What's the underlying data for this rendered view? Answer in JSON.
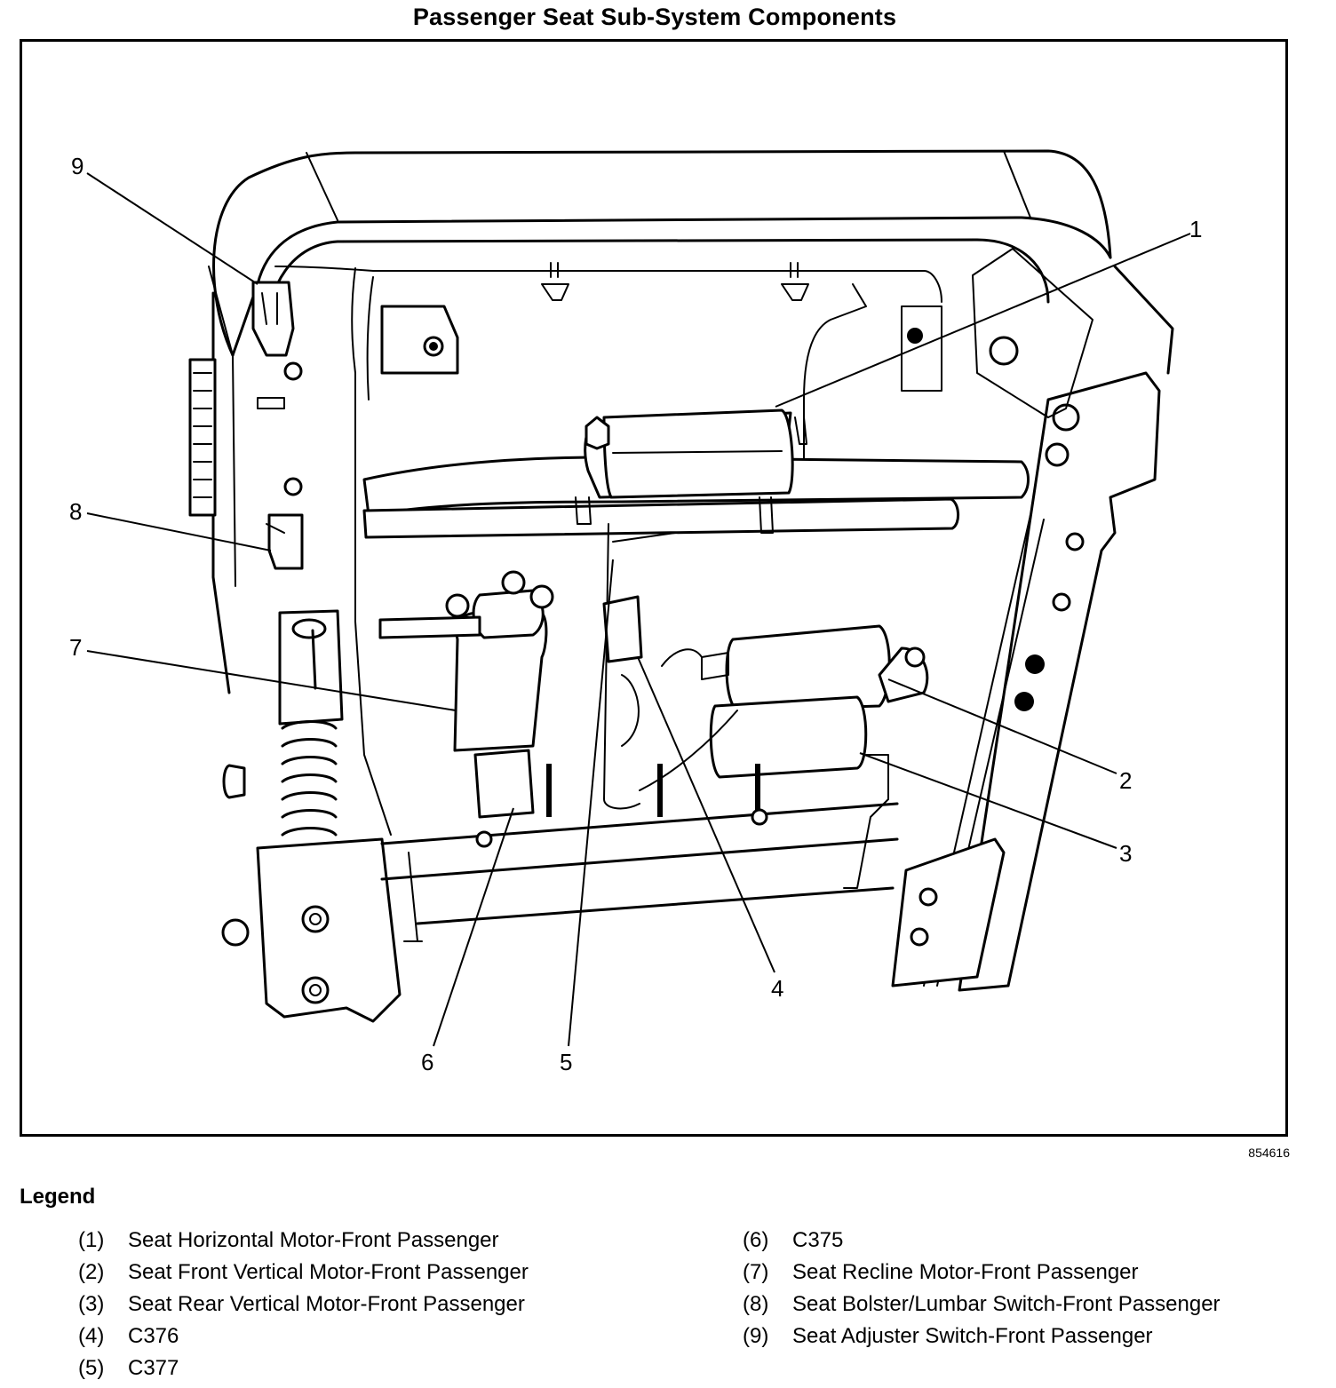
{
  "title": "Passenger Seat Sub-System Components",
  "figure_id": "854616",
  "callouts": [
    {
      "num": "1",
      "component": "Seat Horizontal Motor-Front Passenger"
    },
    {
      "num": "2",
      "component": "Seat Front Vertical Motor-Front Passenger"
    },
    {
      "num": "3",
      "component": "Seat Rear Vertical Motor-Front Passenger"
    },
    {
      "num": "4",
      "component": "C376"
    },
    {
      "num": "5",
      "component": "C377"
    },
    {
      "num": "6",
      "component": "C375"
    },
    {
      "num": "7",
      "component": "Seat Recline Motor-Front Passenger"
    },
    {
      "num": "8",
      "component": "Seat Bolster/Lumbar Switch-Front Passenger"
    },
    {
      "num": "9",
      "component": "Seat Adjuster Switch-Front Passenger"
    }
  ],
  "legend": {
    "title": "Legend",
    "items": [
      {
        "num": "(1)",
        "text": "Seat Horizontal Motor-Front Passenger"
      },
      {
        "num": "(2)",
        "text": "Seat Front Vertical Motor-Front Passenger"
      },
      {
        "num": "(3)",
        "text": "Seat Rear Vertical Motor-Front Passenger"
      },
      {
        "num": "(4)",
        "text": "C376"
      },
      {
        "num": "(5)",
        "text": "C377"
      },
      {
        "num": "(6)",
        "text": "C375"
      },
      {
        "num": "(7)",
        "text": "Seat Recline Motor-Front Passenger"
      },
      {
        "num": "(8)",
        "text": "Seat Bolster/Lumbar Switch-Front Passenger"
      },
      {
        "num": "(9)",
        "text": "Seat Adjuster Switch-Front Passenger"
      }
    ]
  }
}
